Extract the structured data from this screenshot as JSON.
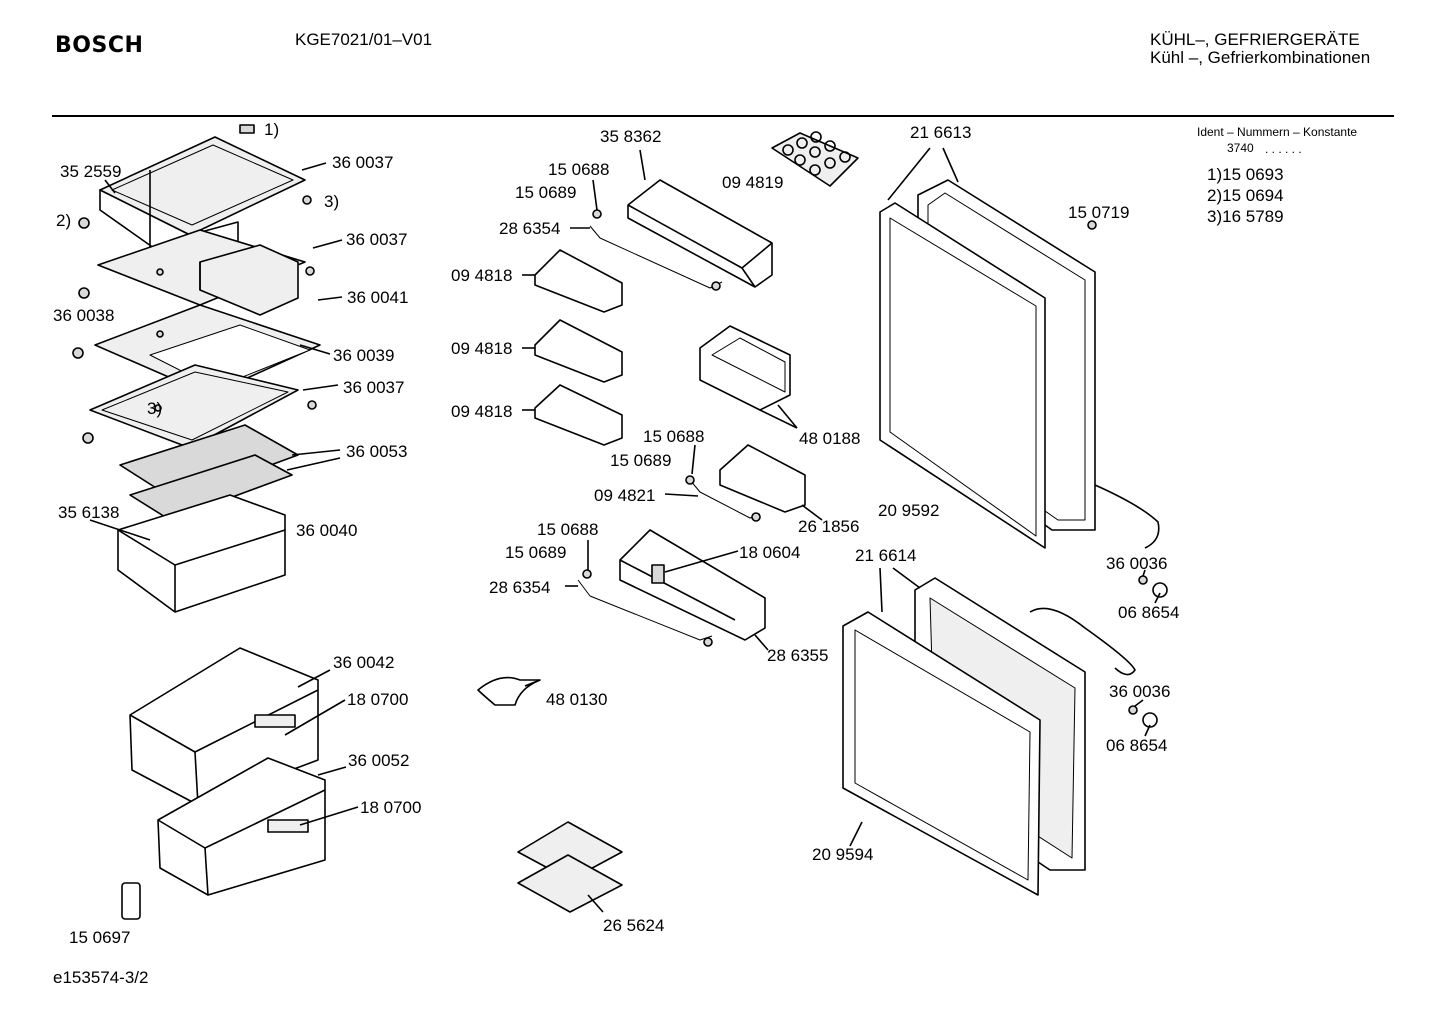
{
  "header": {
    "brand": "BOSCH",
    "model": "KGE7021/01–V01",
    "category": "KÜHL–, GEFRIERGERÄTE",
    "subcategory": "Kühl –, Gefrierkombinationen"
  },
  "ident": {
    "title": "Ident – Nummern – Konstante",
    "constant": "3740",
    "dots": ". .   . . . .",
    "items": [
      "1)15 0693",
      "2)15 0694",
      "3)16 5789"
    ]
  },
  "labels": {
    "p1": "1)",
    "p3": "3)",
    "p2": "2)",
    "r360037a": "36 0037",
    "r352559": "35 2559",
    "r360037b": "36 0037",
    "r360041": "36 0041",
    "r360038": "36 0038",
    "r360039": "36 0039",
    "r360037c": "36 0037",
    "p3b": "3)",
    "r360053": "36 0053",
    "r356138": "35 6138",
    "r360040": "36 0040",
    "r360042": "36 0042",
    "r180700a": "18 0700",
    "r360052": "36 0052",
    "r180700b": "18 0700",
    "r150697": "15 0697",
    "r358362": "35 8362",
    "r150688a": "15 0688",
    "r150689a": "15 0689",
    "r286354a": "28 6354",
    "r094819": "09 4819",
    "r094818a": "09 4818",
    "r094818b": "09 4818",
    "r094818c": "09 4818",
    "r480188": "48 0188",
    "r150688b": "15 0688",
    "r150689b": "15 0689",
    "r094821": "09 4821",
    "r261856": "26 1856",
    "r150688c": "15 0688",
    "r150689c": "15 0689",
    "r180604": "18 0604",
    "r286354b": "28 6354",
    "r286355": "28 6355",
    "r480130": "48 0130",
    "r265624": "26 5624",
    "r216613": "21 6613",
    "r150719": "15 0719",
    "r209592": "20 9592",
    "r216614": "21 6614",
    "r360036a": "36 0036",
    "r068654a": "06 8654",
    "r360036b": "36 0036",
    "r068654b": "06 8654",
    "r209594": "20 9594"
  },
  "footer": {
    "code": "e153574-3/2"
  }
}
